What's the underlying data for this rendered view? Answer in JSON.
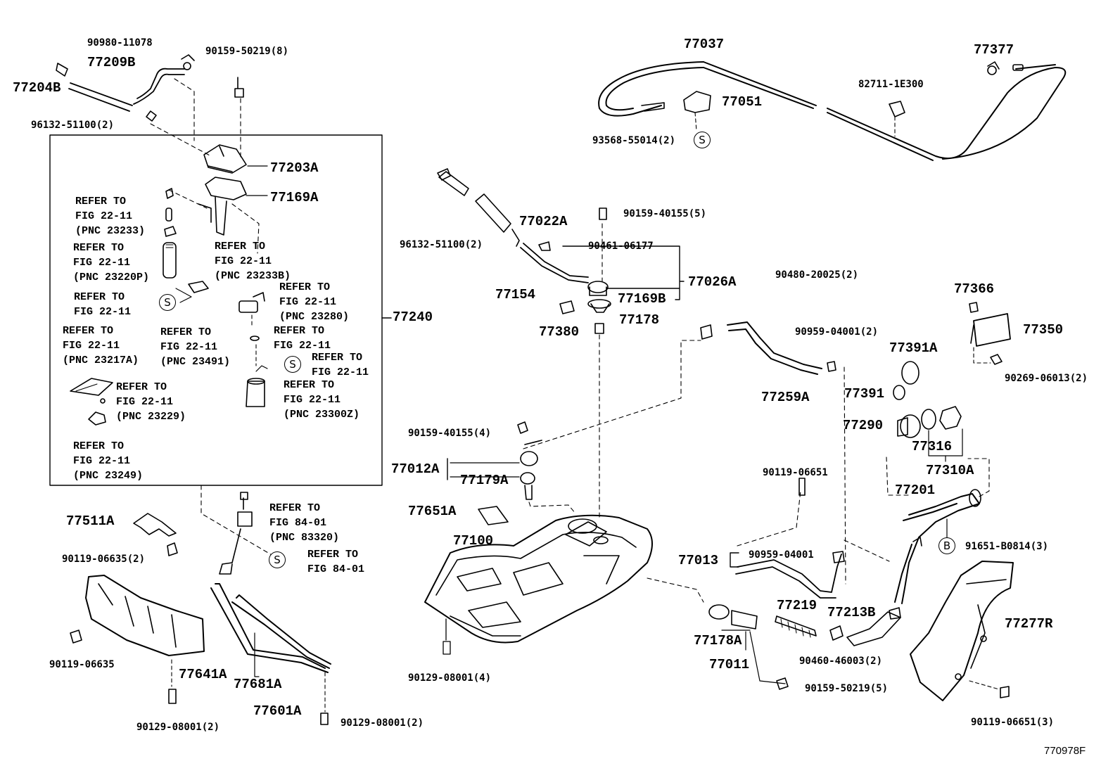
{
  "labels": {
    "p77037": "77037",
    "p77377": "77377",
    "p82711": "82711-1E300",
    "p90980": "90980-11078",
    "p90159_50219_8": "90159-50219(8)",
    "p77209B": "77209B",
    "p77204B": "77204B",
    "p96132_top": "96132-51100(2)",
    "p77051": "77051",
    "p93568": "93568-55014(2)",
    "p77203A": "77203A",
    "p77169A": "77169A",
    "p90159_40155_5": "90159-40155(5)",
    "p77022A": "77022A",
    "p96132_mid": "96132-51100(2)",
    "p90461": "90461-06177",
    "p77026A": "77026A",
    "p77154": "77154",
    "p77169B": "77169B",
    "p77178": "77178",
    "p77380": "77380",
    "p90480": "90480-20025(2)",
    "p77366": "77366",
    "p77350": "77350",
    "p90269": "90269-06013(2)",
    "p90959_a": "90959-04001(2)",
    "p77391A": "77391A",
    "p77259A": "77259A",
    "p77391": "77391",
    "p77290": "77290",
    "p77316": "77316",
    "p77310A": "77310A",
    "p77240": "77240",
    "p90159_40155_4": "90159-40155(4)",
    "p77012A": "77012A",
    "p77179A": "77179A",
    "p90119_06651": "90119-06651",
    "p77201": "77201",
    "p77651A": "77651A",
    "p77100": "77100",
    "p91651": "91651-B0814(3)",
    "p77511A": "77511A",
    "p90119_06635_2": "90119-06635(2)",
    "p77013": "77013",
    "p90959_b": "90959-04001",
    "p77277R": "77277R",
    "p77219": "77219",
    "p77213B": "77213B",
    "p77178A": "77178A",
    "p77011": "77011",
    "p90460": "90460-46003(2)",
    "p90119_06635": "90119-06635",
    "p77641A": "77641A",
    "p77681A": "77681A",
    "p77601A": "77601A",
    "p90129_mid": "90129-08001(4)",
    "p90129_left": "90129-08001(2)",
    "p90129_bottom": "90129-08001(2)",
    "p90159_50219_5": "90159-50219(5)",
    "p90119_06651_3": "90119-06651(3)"
  },
  "refer_notes": {
    "r1": "REFER TO\nFIG 22-11\n(PNC 23233)",
    "r2": "REFER TO\nFIG 22-11\n(PNC 23220P)",
    "r3": "REFER TO\nFIG 22-11",
    "r4": "REFER TO\nFIG 22-11\n(PNC 23233B)",
    "r5": "REFER TO\nFIG 22-11\n(PNC 23280)",
    "r6": "REFER TO\nFIG 22-11",
    "r7": "REFER TO\nFIG 22-11\n(PNC 23217A)",
    "r8": "REFER TO\nFIG 22-11\n(PNC 23491)",
    "r9": "REFER TO\nFIG 22-11",
    "r10": "REFER TO\nFIG 22-11\n(PNC 23229)",
    "r11": "REFER TO\nFIG 22-11\n(PNC 23300Z)",
    "r12": "REFER TO\nFIG 22-11\n(PNC 23249)",
    "r13": "REFER TO\nFIG 84-01\n(PNC 83320)",
    "r14": "REFER TO\nFIG 84-01"
  },
  "symbols": {
    "s_label": "S",
    "b_label": "B"
  },
  "figure_code": "770978F"
}
